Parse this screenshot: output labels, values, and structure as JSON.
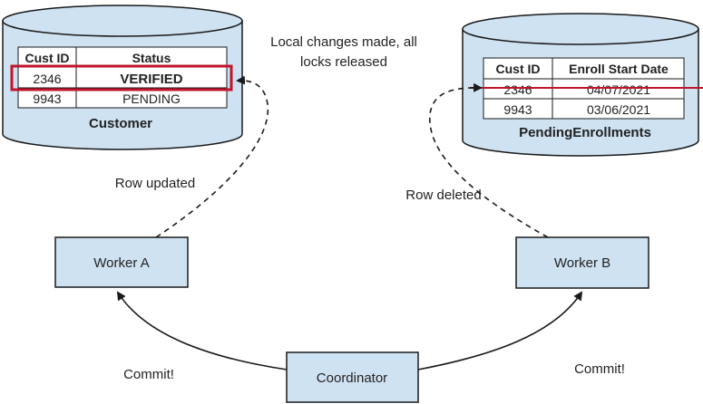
{
  "colors": {
    "db_fill": "#cfe2f2",
    "box_fill": "#cfe2f2",
    "stroke": "#1a1a1a",
    "highlight": "#c0152c"
  },
  "customer_db": {
    "title": "Customer",
    "headers": [
      "Cust ID",
      "Status"
    ],
    "rows": [
      [
        "2346",
        "VERIFIED"
      ],
      [
        "9943",
        "PENDING"
      ]
    ]
  },
  "pending_db": {
    "title": "PendingEnrollments",
    "headers": [
      "Cust ID",
      "Enroll Start Date"
    ],
    "rows": [
      [
        "2346",
        "04/07/2021"
      ],
      [
        "9943",
        "03/06/2021"
      ]
    ]
  },
  "annotation": {
    "line1": "Local changes made, all",
    "line2": "locks released"
  },
  "labels": {
    "row_updated": "Row updated",
    "row_deleted": "Row deleted",
    "commit_left": "Commit!",
    "commit_right": "Commit!"
  },
  "nodes": {
    "worker_a": "Worker A",
    "worker_b": "Worker B",
    "coordinator": "Coordinator"
  }
}
